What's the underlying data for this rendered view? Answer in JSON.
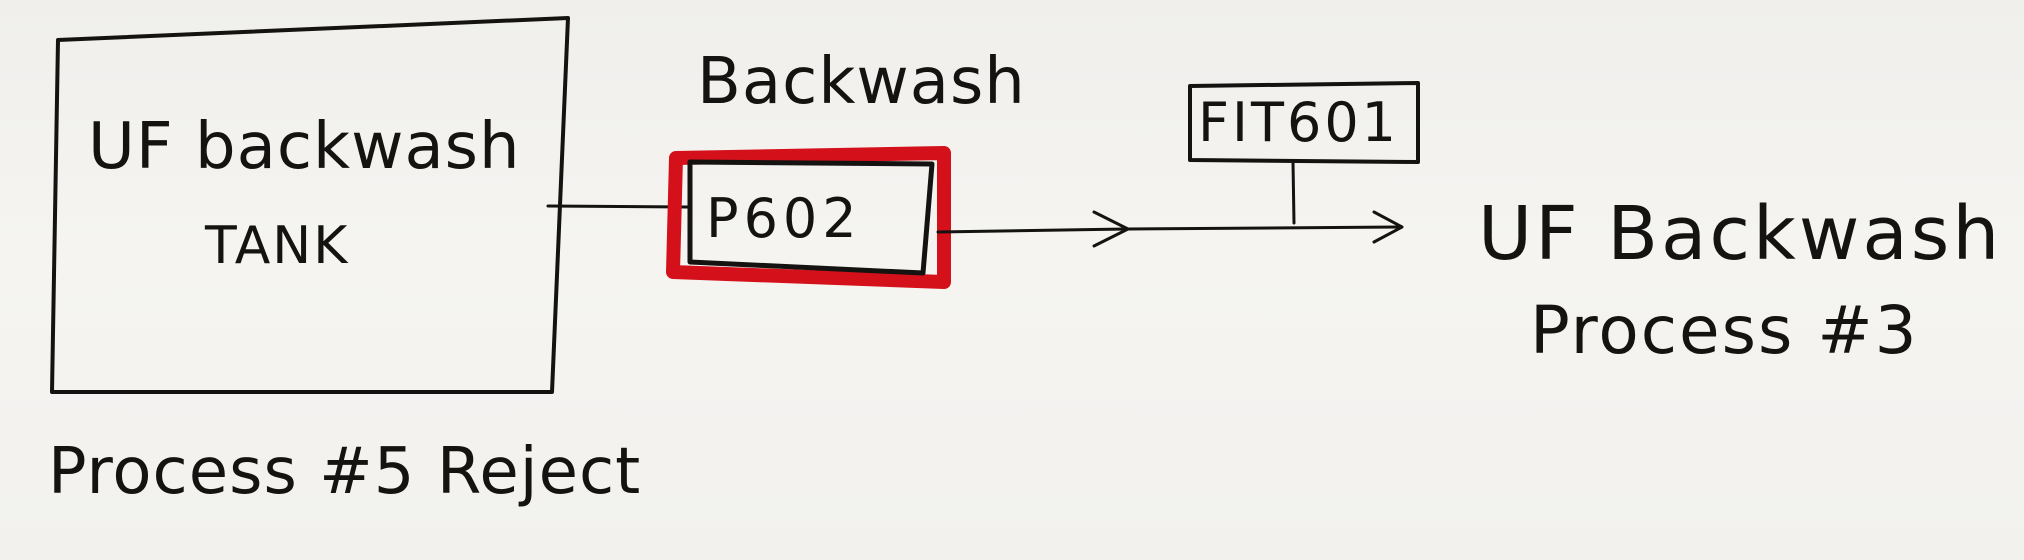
{
  "tank": {
    "label_line1": "UF backwash",
    "label_line2": "TANK",
    "source_label": "Process #5 Reject"
  },
  "pump": {
    "title": "Backwash",
    "tag": "P602",
    "highlight_color": "#d4101a"
  },
  "sensor": {
    "tag": "FIT601"
  },
  "destination": {
    "label_line1": "UF Backwash",
    "label_line2": "Process #3"
  },
  "colors": {
    "ink": "#151311",
    "paper": "#f3f2ef",
    "highlight": "#d4101a"
  }
}
